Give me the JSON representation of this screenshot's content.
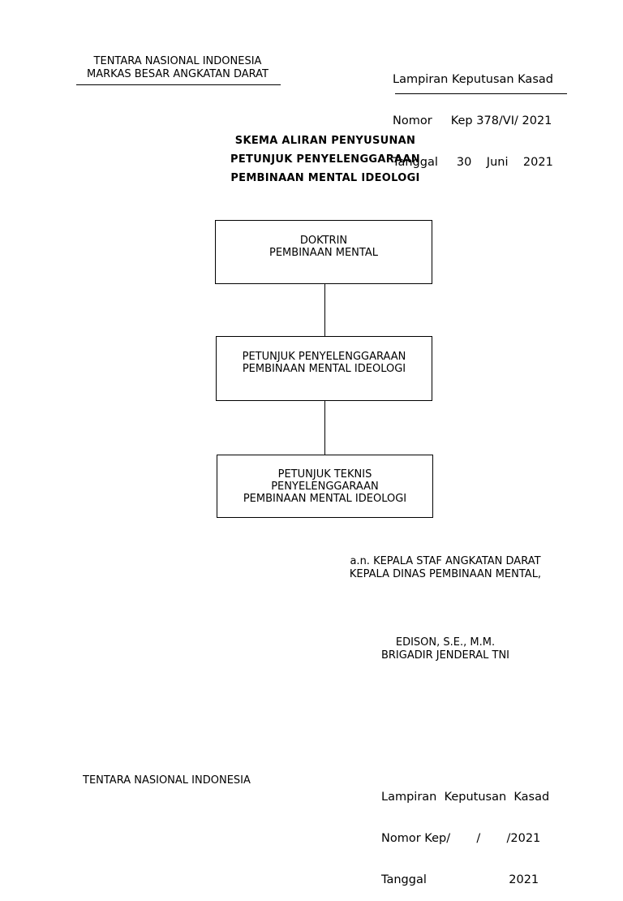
{
  "header": {
    "org_line1": "TENTARA NASIONAL INDONESIA",
    "org_line2": "MARKAS BESAR ANGKATAN DARAT",
    "ref_line1": "Lampiran Keputusan Kasad",
    "ref_line2": "Nomor     Kep 378/VI/ 2021",
    "ref_line3": "Tanggal     30    Juni    2021"
  },
  "title": {
    "line1": "SKEMA ALIRAN PENYUSUNAN",
    "line2": "PETUNJUK PENYELENGGARAAN",
    "line3": "PEMBINAAN MENTAL IDEOLOGI"
  },
  "flow": {
    "box1": {
      "line1": "DOKTRIN",
      "line2": "PEMBINAAN MENTAL"
    },
    "box2": {
      "line1": "PETUNJUK PENYELENGGARAAN",
      "line2": "PEMBINAAN MENTAL IDEOLOGI"
    },
    "box3": {
      "line1": "PETUNJUK TEKNIS",
      "line2": "PENYELENGGARAAN",
      "line3": "PEMBINAAN MENTAL IDEOLOGI"
    }
  },
  "signature": {
    "line1": "a.n. KEPALA STAF ANGKATAN DARAT",
    "line2": "KEPALA DINAS PEMBINAAN MENTAL,",
    "name": "EDISON, S.E., M.M.",
    "rank": "BRIGADIR JENDERAL TNI"
  },
  "footer": {
    "org": "TENTARA NASIONAL INDONESIA",
    "ref_line1": "Lampiran  Keputusan  Kasad",
    "ref_line2": "Nomor Kep/       /       /2021",
    "ref_line3": "Tanggal                      2021"
  }
}
